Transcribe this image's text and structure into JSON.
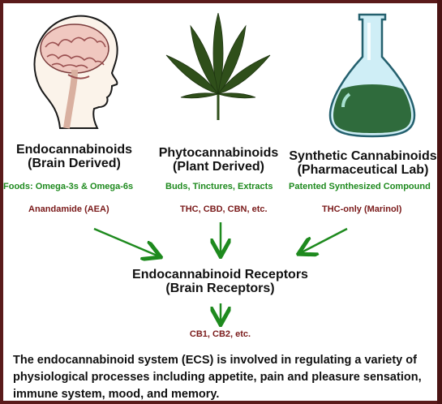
{
  "columns": [
    {
      "title": "Endocannabinoids",
      "subtitle": "(Brain Derived)",
      "sources": "Foods: Omega-3s & Omega-6s",
      "examples": "Anandamide (AEA)",
      "icon": "brain-head-icon"
    },
    {
      "title": "Phytocannabinoids",
      "subtitle": "(Plant Derived)",
      "sources": "Buds, Tinctures, Extracts",
      "examples": "THC, CBD, CBN, etc.",
      "icon": "cannabis-leaf-icon"
    },
    {
      "title": "Synthetic Cannabinoids",
      "subtitle": "(Pharmaceutical Lab)",
      "sources": "Patented Synthesized Compound",
      "examples": "THC-only (Marinol)",
      "icon": "lab-flask-icon"
    }
  ],
  "receptors": {
    "title": "Endocannabinoid Receptors",
    "subtitle": "(Brain Receptors)",
    "examples": "CB1, CB2, etc."
  },
  "description": "The endocannabinoid system (ECS) is involved in regulating a variety of physiological processes including appetite, pain and pleasure sensation, immune system, mood, and memory.",
  "colors": {
    "border": "#5a1b1b",
    "green_text": "#1e8a1e",
    "red_text": "#7a1a1a",
    "arrow": "#1e8a1e"
  }
}
